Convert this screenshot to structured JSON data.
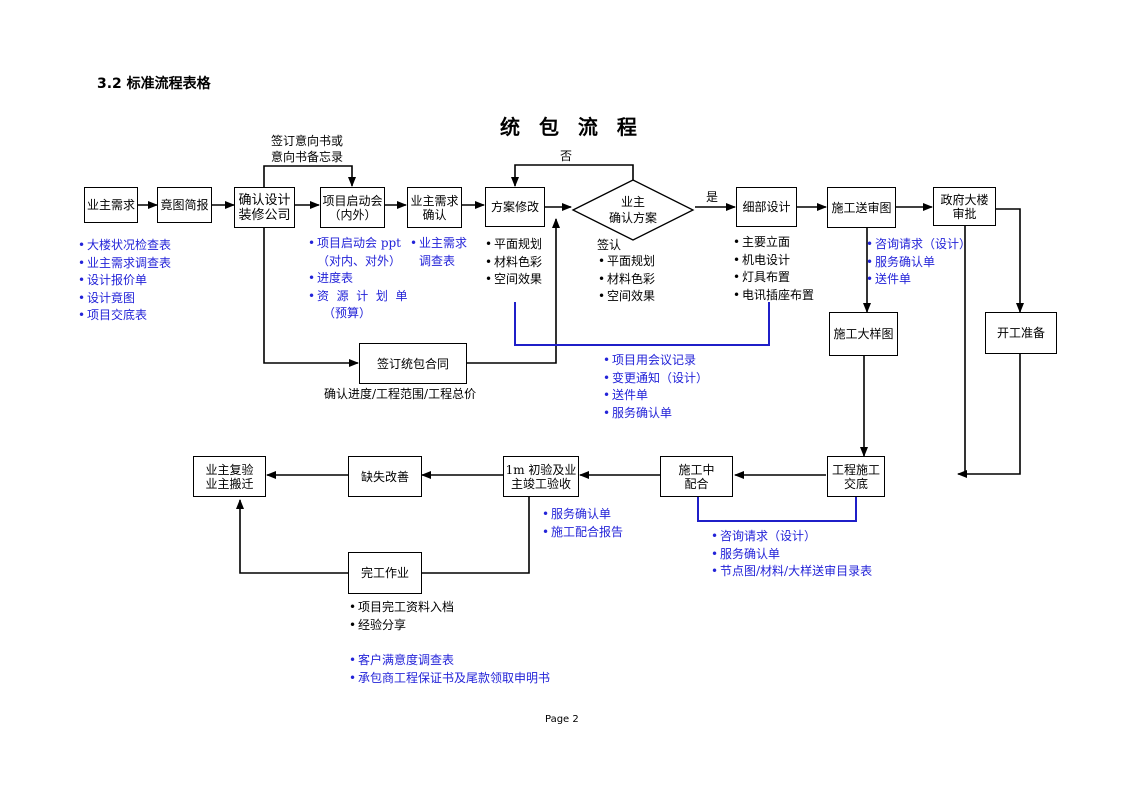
{
  "heading": "3.2 标准流程表格",
  "title": "统 包 流 程",
  "page_label": "Page 2",
  "nodes": {
    "yezhu_xuqiu": "业主需求",
    "jingtu_jianbao": "竟图简报",
    "queren_sheji": "确认设计\n装修公司",
    "xiangmu_qidong": "项目启动会\n（内外）",
    "yezhu_xuqiu_queren": "业主需求\n确认",
    "fangan_xiugai": "方案修改",
    "yezhu_queren_fangan": "业主\n确认方案",
    "xibu_sheji": "细部设计",
    "shigong_songshen": "施工送审图",
    "zhengfu_shenpi": "政府大楼\n审批",
    "shigong_dayang": "施工大样图",
    "kaigong_zhunbei": "开工准备",
    "qianding_tongbao": "签订统包合同",
    "gongcheng_jiaodi": "工程施工\n交底",
    "shigong_peihe": "施工中\n配合",
    "chuyan_jungong": "1m 初验及业\n主竣工验收",
    "queshi_gaishan": "缺失改善",
    "yezhu_fuyan": "业主复验\n业主搬迁",
    "wangong_zuoye": "完工作业"
  },
  "labels": {
    "sign_intent": [
      "签订意向书或",
      "意向书备忘录"
    ],
    "no": "否",
    "yes": "是",
    "sign_confirm": "签认",
    "contract_scope": "确认进度/工程范围/工程总价"
  },
  "lists": {
    "demand_docs": [
      "大楼状况检查表",
      "业主需求调查表",
      "设计报价单",
      "设计竟图",
      "项目交底表"
    ],
    "kickoff_docs": [
      "项目启动会 ppt",
      "（对内、对外）",
      "进度表",
      "资  源  计  划  单",
      "（预算）"
    ],
    "demand_confirm_docs": [
      "业主需求",
      "调查表"
    ],
    "plan_items": [
      "平面规划",
      "材料色彩",
      "空间效果"
    ],
    "confirm_items": [
      "平面规划",
      "材料色彩",
      "空间效果"
    ],
    "detail_items": [
      "主要立面",
      "机电设计",
      "灯具布置",
      "电讯插座布置"
    ],
    "review_docs": [
      "咨询请求（设计）",
      "服务确认单",
      "送件单"
    ],
    "meeting_docs": [
      "项目用会议记录",
      "变更通知（设计）",
      "送件单",
      "服务确认单"
    ],
    "acceptance_docs": [
      "服务确认单",
      "施工配合报告"
    ],
    "cooperation_docs": [
      "咨询请求（设计）",
      "服务确认单",
      "节点图/材料/大样送审目录表"
    ],
    "completion_items": [
      "项目完工资料入档",
      "经验分享"
    ],
    "completion_docs": [
      "客户满意度调查表",
      "承包商工程保证书及尾款领取申明书"
    ]
  },
  "colors": {
    "text": "#000000",
    "accent_blue": "#2323d8"
  }
}
